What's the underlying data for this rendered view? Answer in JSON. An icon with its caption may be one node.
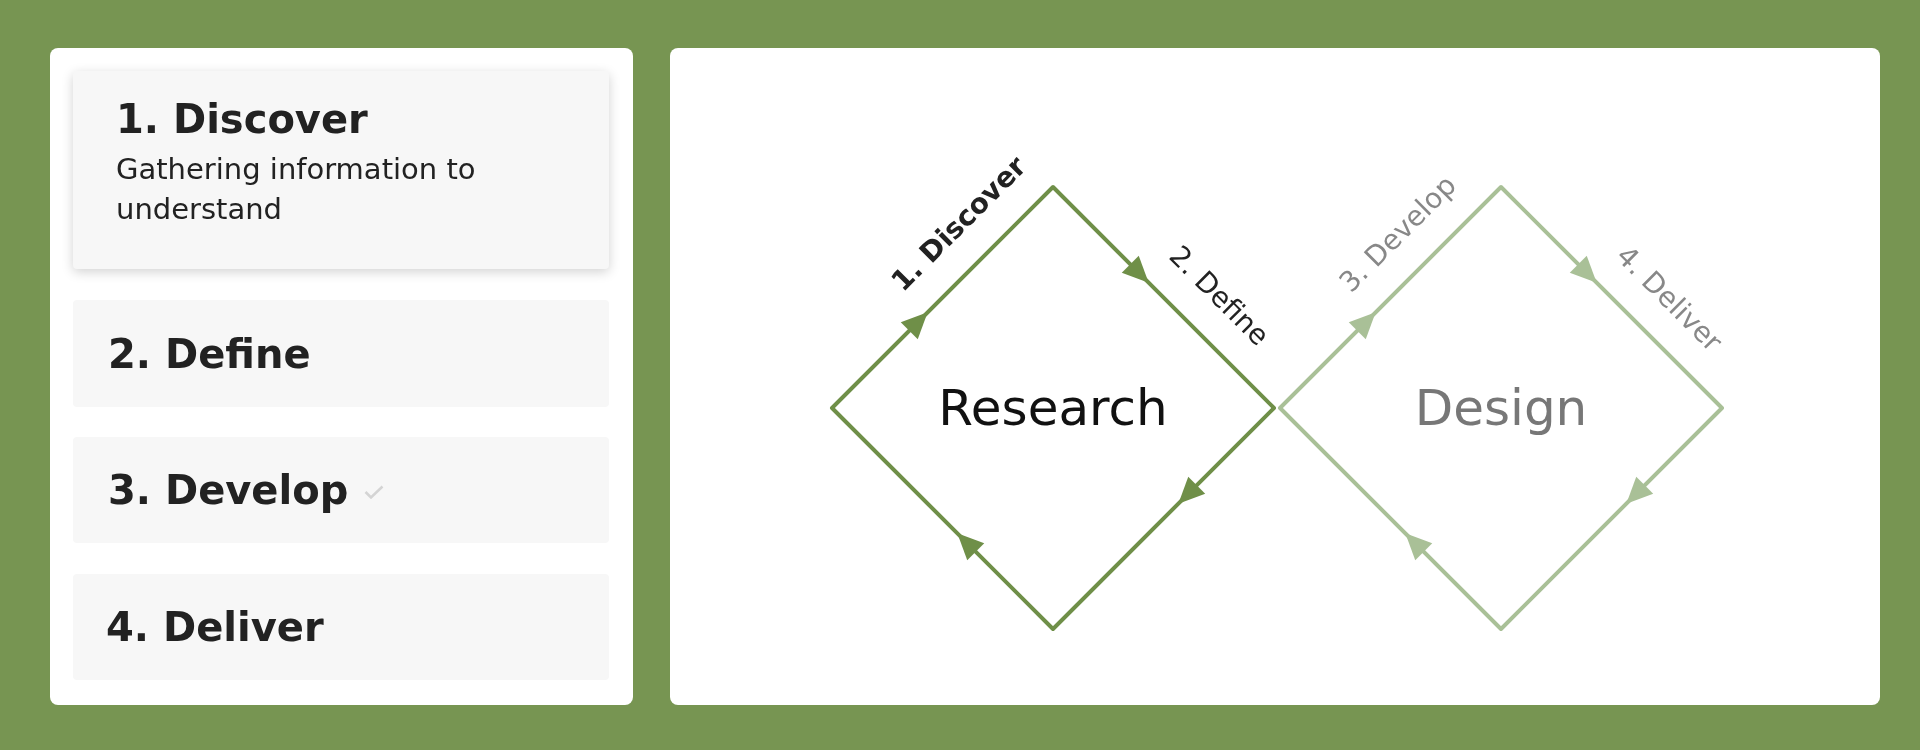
{
  "diagram": {
    "nodes": [
      {
        "text": [
          "1. Discover",
          "Gathering information to understand"
        ]
      },
      {
        "text": [
          "2. Define"
        ]
      },
      {
        "text": [
          "3. Develop"
        ]
      },
      {
        "text": [
          "4. Deliver"
        ]
      },
      {
        "text": [
          "Research"
        ],
        "beside": [
          "1. Discover",
          "2. Define"
        ]
      },
      {
        "text": [
          "Design"
        ],
        "beside": [
          "3. Develop",
          "4. Deliver"
        ]
      }
    ]
  }
}
